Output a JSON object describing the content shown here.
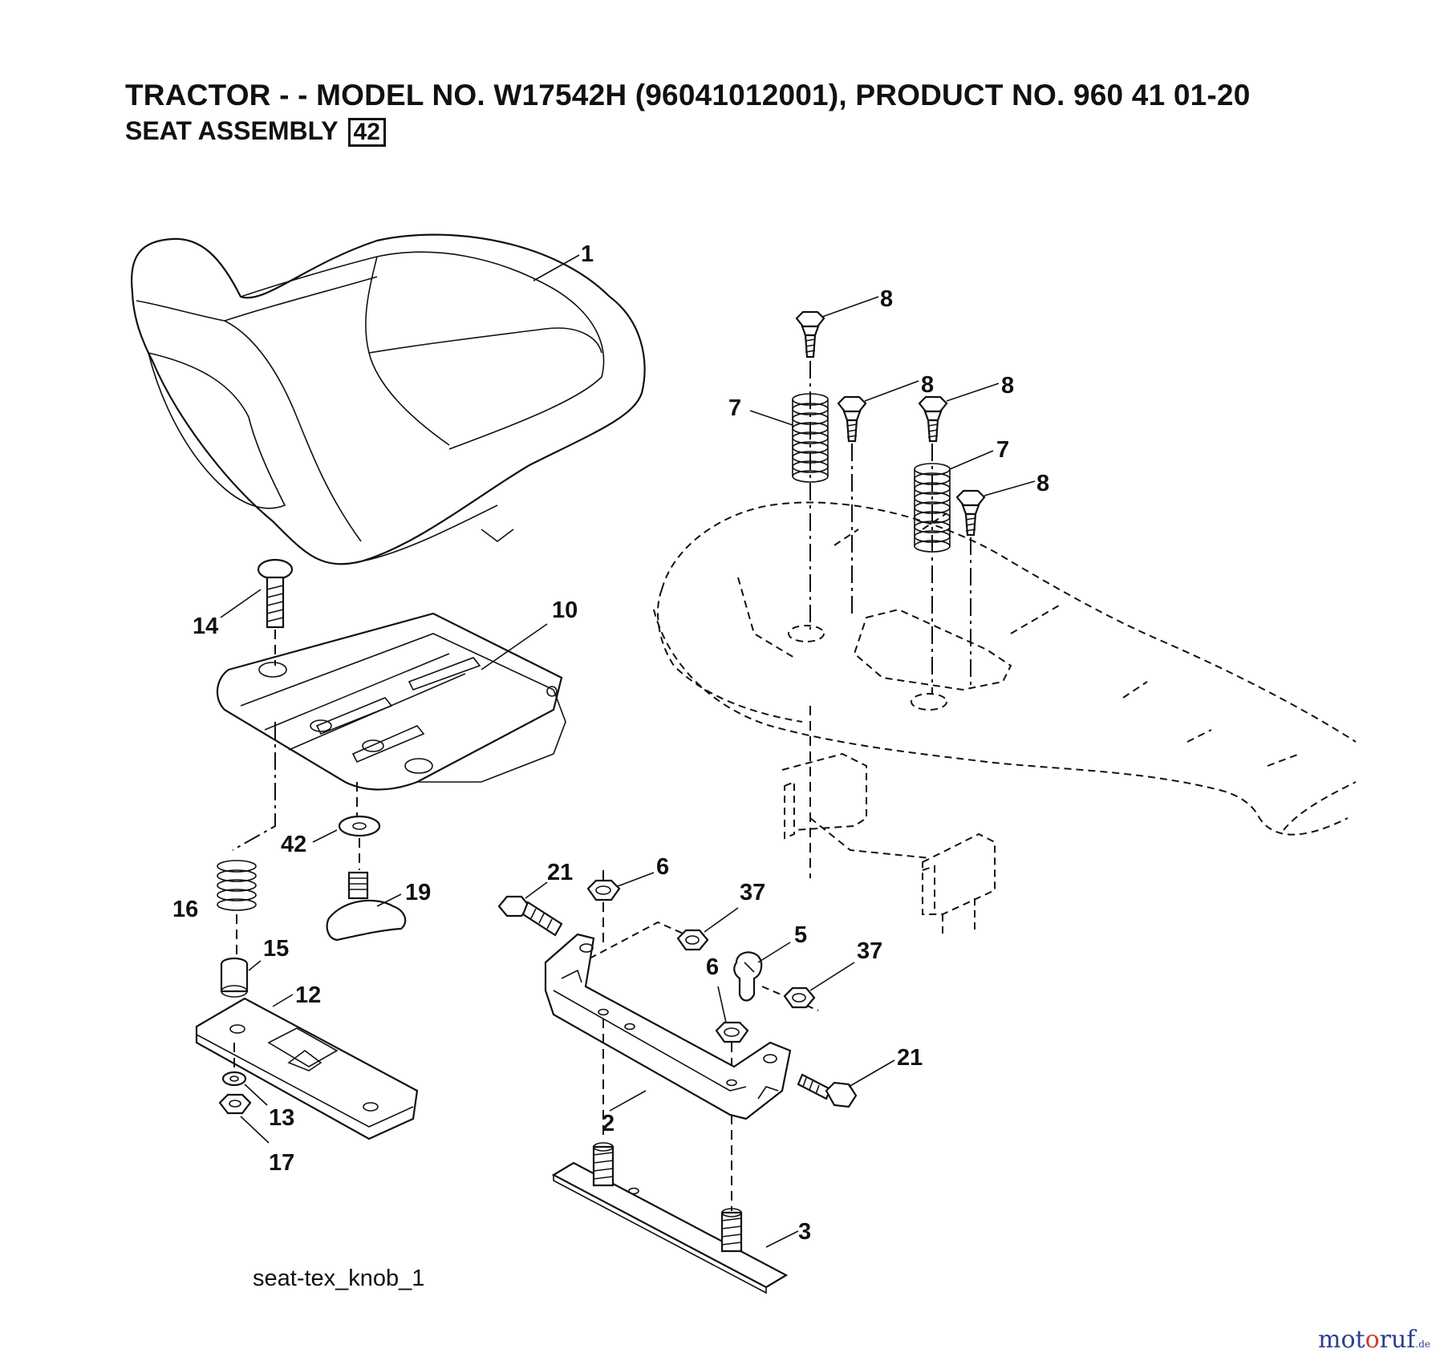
{
  "header": {
    "title": "TRACTOR - - MODEL NO. W17542H  (96041012001), PRODUCT NO. 960 41 01-20",
    "subtitle": "SEAT ASSEMBLY",
    "section_number": "42"
  },
  "callouts": {
    "c1": "1",
    "c2": "2",
    "c3": "3",
    "c5": "5",
    "c6a": "6",
    "c6b": "6",
    "c7a": "7",
    "c7b": "7",
    "c8a": "8",
    "c8b": "8",
    "c8c": "8",
    "c8d": "8",
    "c10": "10",
    "c12": "12",
    "c13": "13",
    "c14": "14",
    "c15": "15",
    "c16": "16",
    "c17": "17",
    "c19": "19",
    "c21a": "21",
    "c21b": "21",
    "c37a": "37",
    "c37b": "37",
    "c42": "42"
  },
  "footer": {
    "caption": "seat-tex_knob_1",
    "watermark_main": "mot",
    "watermark_o": "o",
    "watermark_tail": "ruf",
    "watermark_suffix": ".de"
  }
}
